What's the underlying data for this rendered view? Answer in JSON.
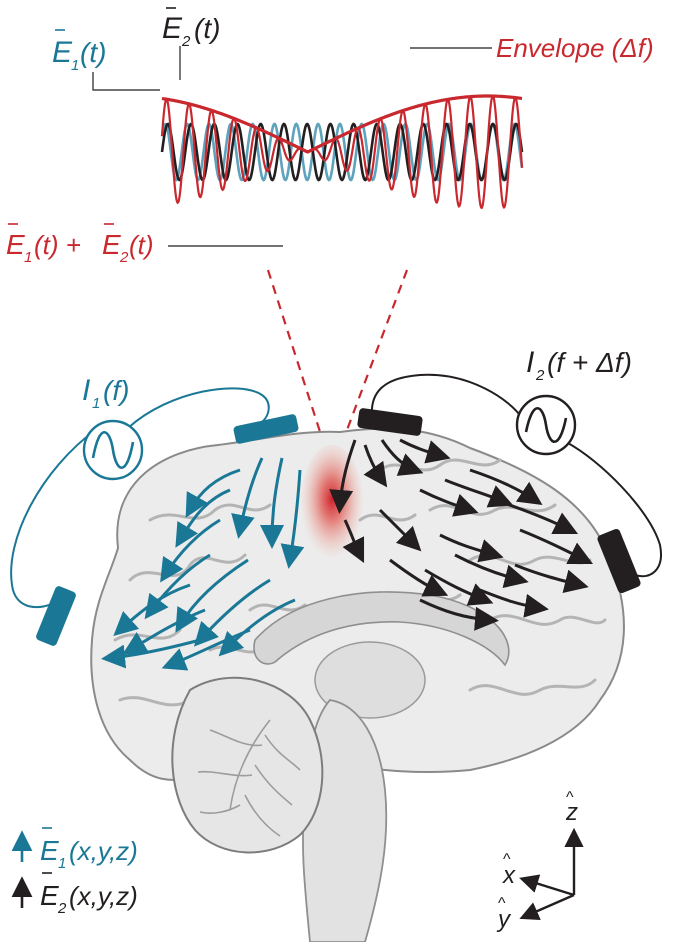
{
  "colors": {
    "blue": "#1a7896",
    "black": "#231f20",
    "red": "#c8282e",
    "brain_fill": "#ececec",
    "brain_stroke": "#8a8a8a"
  },
  "waves": {
    "e1_label": {
      "symbol": "E",
      "sub": "1",
      "arg": "(t)"
    },
    "e2_label": {
      "symbol": "E",
      "sub": "2",
      "arg": "(t)"
    },
    "envelope_label": "Envelope (Δf)",
    "sum_label": {
      "a": "E",
      "a_sub": "1",
      "a_arg": "(t) + ",
      "b": "E",
      "b_sub": "2",
      "b_arg": "(t)"
    }
  },
  "sources": {
    "i1_label": {
      "symbol": "I",
      "sub": "1",
      "arg": "(f)"
    },
    "i2_label": {
      "symbol": "I",
      "sub": "2",
      "arg": "(f + Δf)"
    },
    "i1_icon": "sine-wave-source-icon",
    "i2_icon": "sine-wave-source-icon"
  },
  "legend": {
    "e1": {
      "symbol": "E",
      "sub": "1",
      "arg": "(x,y,z)"
    },
    "e2": {
      "symbol": "E",
      "sub": "2",
      "arg": "(x,y,z)"
    }
  },
  "axes": {
    "z": "z",
    "x": "x",
    "y": "y"
  }
}
